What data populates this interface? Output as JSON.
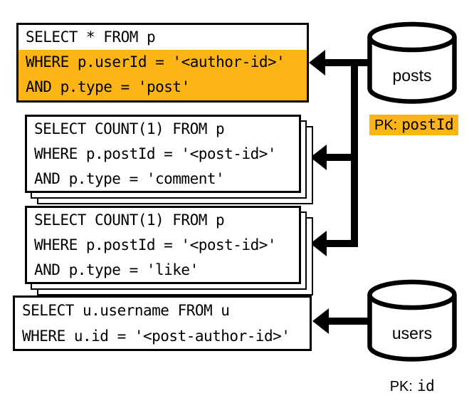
{
  "colors": {
    "highlight": "#FCB514",
    "line": "#000000",
    "box_background": "#ffffff"
  },
  "queries": [
    {
      "name": "select-posts-by-author",
      "lines": [
        "SELECT * FROM p",
        "WHERE p.userId = '<author-id>'",
        "AND p.type = 'post'"
      ],
      "highlighted_lines": [
        1,
        2
      ],
      "stacked": false
    },
    {
      "name": "count-comments",
      "lines": [
        "SELECT COUNT(1) FROM p",
        "WHERE p.postId = '<post-id>'",
        "AND p.type = 'comment'"
      ],
      "highlighted_lines": [],
      "stacked": true
    },
    {
      "name": "count-likes",
      "lines": [
        "SELECT COUNT(1) FROM p",
        "WHERE p.postId = '<post-id>'",
        "AND p.type = 'like'"
      ],
      "highlighted_lines": [],
      "stacked": true
    },
    {
      "name": "select-post-author-username",
      "lines": [
        "SELECT u.username FROM u",
        "WHERE u.id = '<post-author-id>'"
      ],
      "highlighted_lines": [],
      "stacked": false
    }
  ],
  "databases": [
    {
      "name": "posts",
      "pk_prefix": "PK:",
      "pk_field": "postId",
      "pk_highlighted": true
    },
    {
      "name": "users",
      "pk_prefix": "PK:",
      "pk_field": "id",
      "pk_highlighted": false
    }
  ]
}
